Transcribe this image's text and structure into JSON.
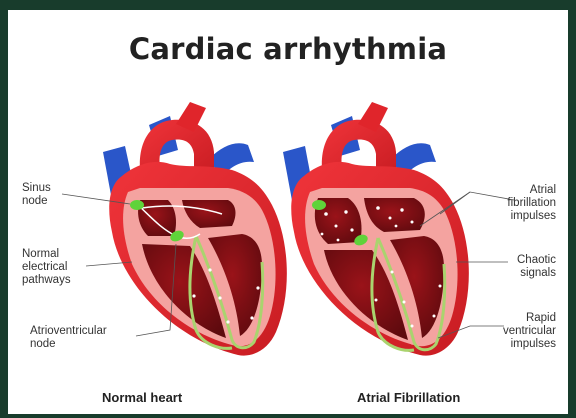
{
  "title": "Cardiac arrhythmia",
  "left_labels": {
    "sinus_node": [
      "Sinus",
      "node"
    ],
    "pathways": [
      "Normal",
      "electrical",
      "pathways"
    ],
    "av_node": [
      "Atrioventricular",
      "node"
    ]
  },
  "right_labels": {
    "af_impulses": [
      "Atrial",
      "fibrillation",
      "impulses"
    ],
    "chaotic": [
      "Chaotic",
      "signals"
    ],
    "rapid": [
      "Rapid",
      "ventricular",
      "impulses"
    ]
  },
  "captions": {
    "normal": "Normal heart",
    "af": "Atrial Fibrillation"
  },
  "colors": {
    "background": "#183c2c",
    "panel": "#ffffff",
    "heart_red": "#e0252b",
    "heart_dark": "#a5141a",
    "interior": "#7d0f14",
    "wall_pink": "#f4a3a0",
    "vein_blue": "#2a56c9",
    "node_green": "#5fd33a",
    "pathway_green": "#aad36e"
  }
}
